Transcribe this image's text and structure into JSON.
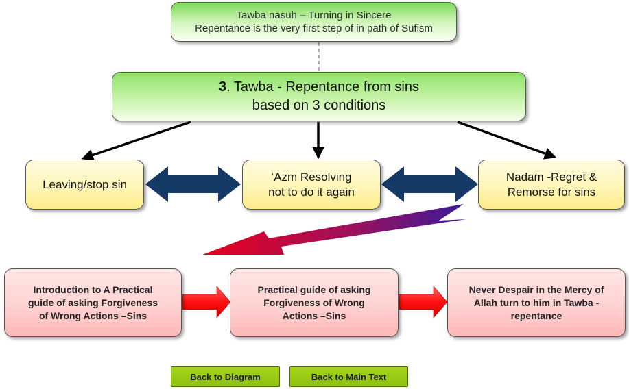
{
  "top_box": {
    "line1": "Tawba nasuh – Turning in Sincere",
    "line2": "Repentance is the very first step of  in path of  Sufism"
  },
  "main_box": {
    "number": "3",
    "line1_rest": ". Tawba - Repentance from sins",
    "line2": "based on 3 conditions"
  },
  "conditions": [
    {
      "line1": "Leaving/stop sin",
      "line2": ""
    },
    {
      "line1": "‘Azm Resolving",
      "line2": "not to do it again"
    },
    {
      "line1": "Nadam -Regret &",
      "line2": "Remorse for sins"
    }
  ],
  "guides": [
    {
      "line1": "Introduction to A Practical",
      "line2": "guide of asking Forgiveness",
      "line3": "of Wrong Actions –Sins"
    },
    {
      "line1": "Practical guide of asking",
      "line2": "Forgiveness of Wrong",
      "line3": "Actions –Sins"
    },
    {
      "line1": "Never Despair in the Mercy of",
      "line2": "Allah turn to him in Tawba -",
      "line3": "repentance"
    }
  ],
  "buttons": {
    "back_to_diagram": "Back to Diagram",
    "back_to_main_text": "Back to Main Text"
  },
  "colors": {
    "double_arrow": "#163a66",
    "red_arrow": "#ff2020",
    "gradient_arrow_start": "#e8001c",
    "gradient_arrow_end": "#3a1a9a"
  }
}
